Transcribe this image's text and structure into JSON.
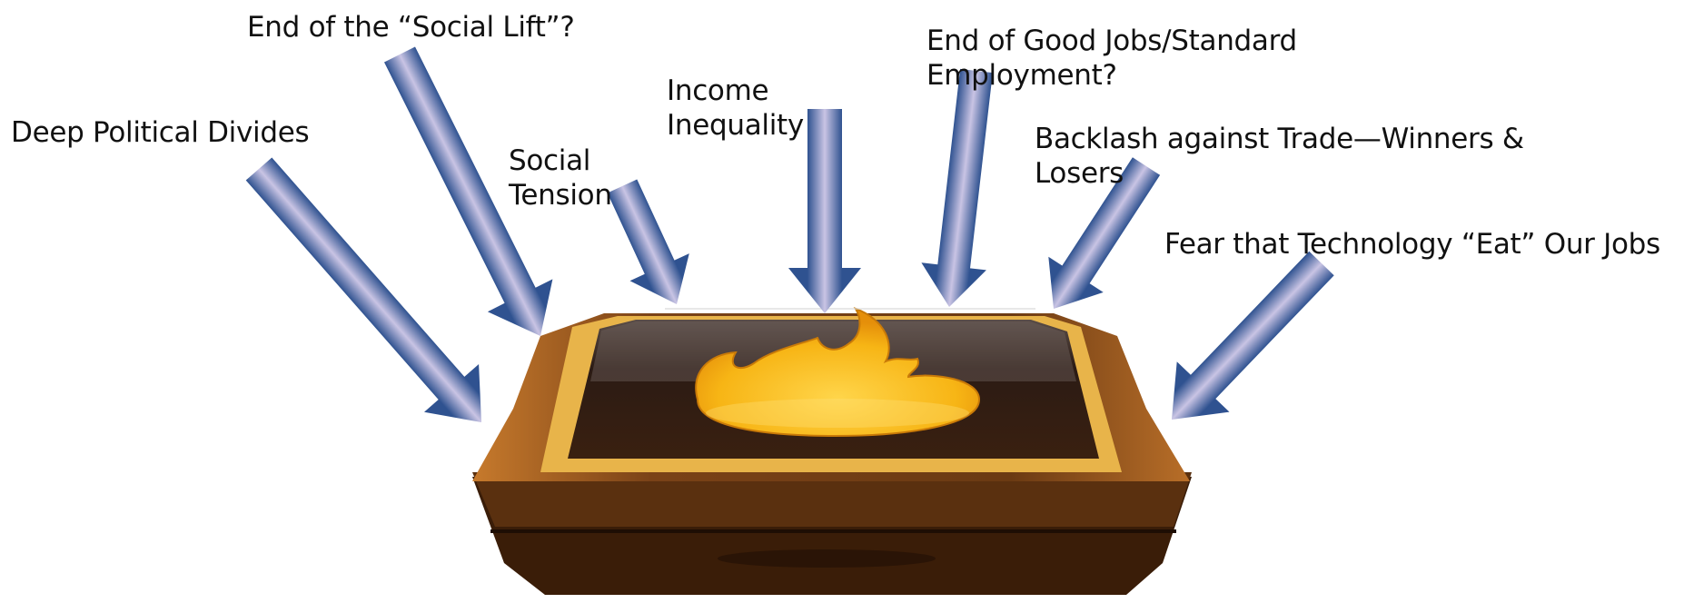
{
  "labels": {
    "deep_political_divides": "Deep Political Divides",
    "end_social_lift": "End of the “Social Lift”?",
    "social_tension": [
      "Social",
      "Tension"
    ],
    "income_inequality": [
      "Income",
      "Inequality"
    ],
    "end_good_jobs": [
      "End of Good Jobs/Standard",
      "Employment?"
    ],
    "backlash_trade": [
      "Backlash against Trade—Winners &",
      "Losers"
    ],
    "fear_technology": "Fear that Technology “Eat” Our Jobs"
  },
  "colors": {
    "arrow_dark": "#2f5290",
    "arrow_light": "#c9c4e4",
    "box_wood": "#6b3a13",
    "box_rim": "#e8b44a",
    "lid_dark": "#241712",
    "flame": "#f7b515"
  },
  "icons": {
    "center_image": "fire-box-icon",
    "arrows": "arrow-down-icon"
  }
}
